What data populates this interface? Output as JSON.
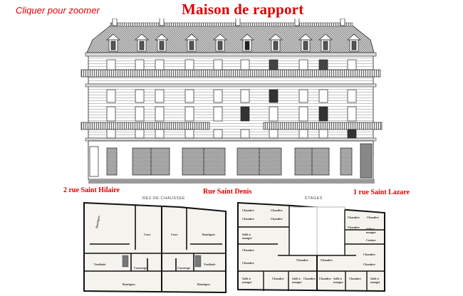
{
  "header": {
    "zoom_hint": "Cliquer pour zoomer",
    "title": "Maison de rapport"
  },
  "colors": {
    "accent": "#e00000",
    "ink": "#222222",
    "paper": "#ffffff",
    "plan_paper": "#f4f3ee"
  },
  "facade": {
    "description": "Elevation drawing of the building facade",
    "streets": {
      "left": "2 rue Saint Hilaire",
      "center": "Rue Saint Denis",
      "right": "1 rue Saint Lazare"
    }
  },
  "plans": {
    "ground_floor": {
      "title": "REZ-DE-CHAUSSÉE",
      "rooms": {
        "shop_left_side": "Boutiques",
        "court_left": "Cour",
        "court_right": "Cour",
        "shop_right_top": "Boutiques",
        "vestibule_left": "Vestibule",
        "vestibule_right": "Vestibule",
        "concierge_left": "Concierge",
        "concierge_right": "Concierge",
        "shop_bottom_left": "Boutiques",
        "shop_bottom_right": "Boutiques"
      }
    },
    "upper_floors": {
      "title": "ÉTAGES",
      "labels": {
        "bedroom": "Chambre",
        "dining": "Salle à manger",
        "kitchen": "Cuisine"
      }
    }
  }
}
